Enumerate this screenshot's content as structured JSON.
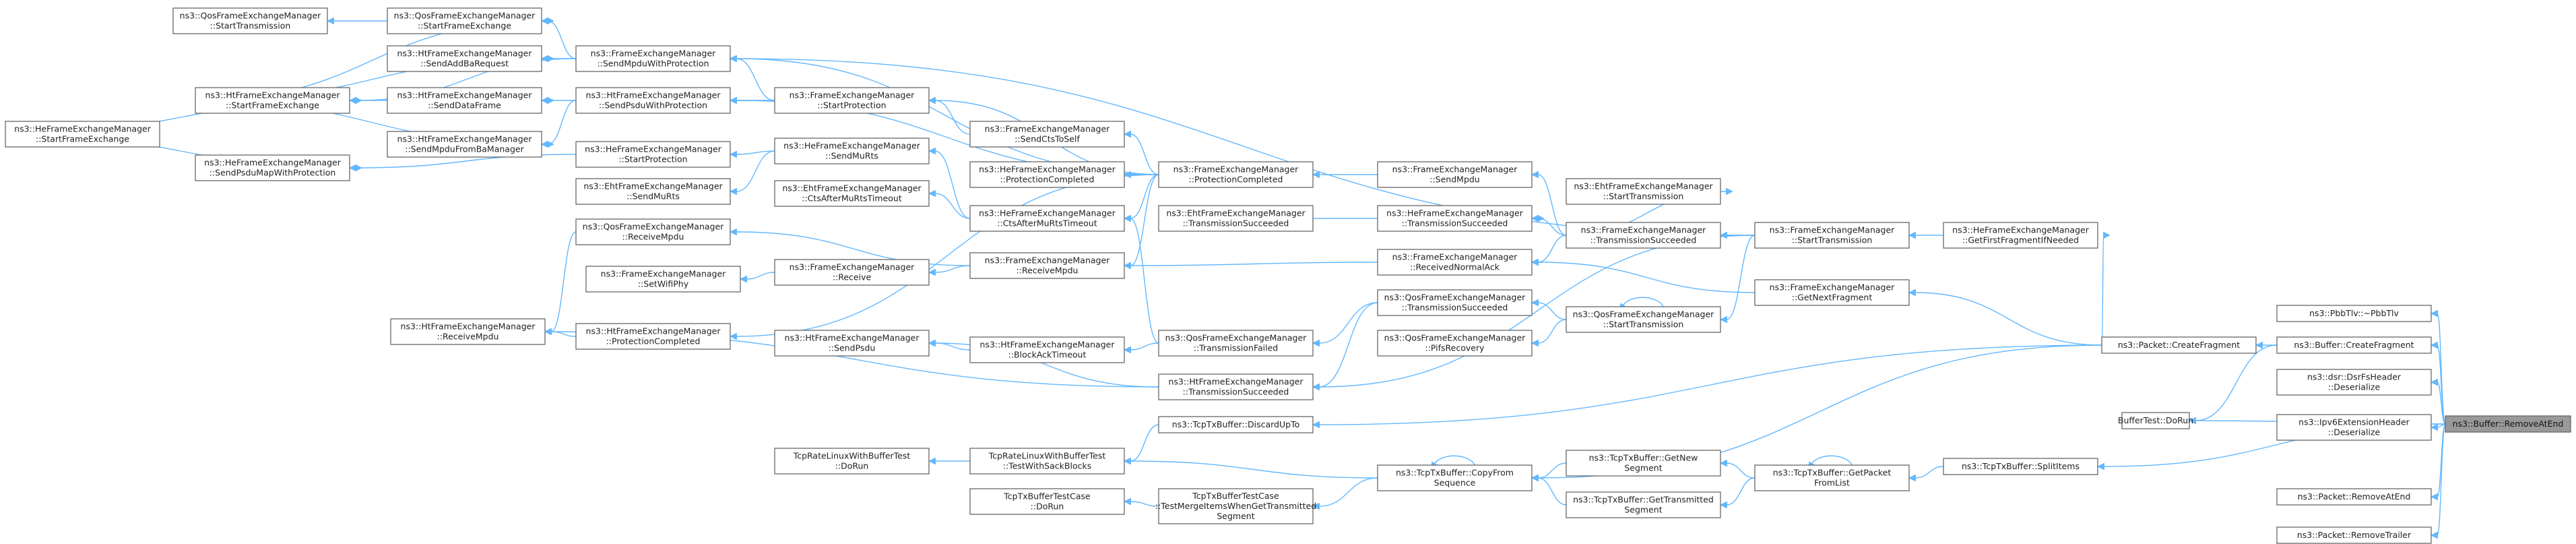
{
  "focus_node": "ns3::Buffer::RemoveAtEnd",
  "nodes": [
    {
      "id": "n1",
      "lines": [
        "ns3::QosFrameExchangeManager",
        "::StartTransmission"
      ]
    },
    {
      "id": "n2",
      "lines": [
        "ns3::QosFrameExchangeManager",
        "::StartFrameExchange"
      ]
    },
    {
      "id": "n3",
      "lines": [
        "ns3::HtFrameExchangeManager",
        "::SendAddBaRequest"
      ]
    },
    {
      "id": "n4",
      "lines": [
        "ns3::FrameExchangeManager",
        "::SendMpduWithProtection"
      ]
    },
    {
      "id": "n5",
      "lines": [
        "ns3::HtFrameExchangeManager",
        "::StartFrameExchange"
      ]
    },
    {
      "id": "n6",
      "lines": [
        "ns3::HtFrameExchangeManager",
        "::SendDataFrame"
      ]
    },
    {
      "id": "n7",
      "lines": [
        "ns3::HtFrameExchangeManager",
        "::SendPsduWithProtection"
      ]
    },
    {
      "id": "n8",
      "lines": [
        "ns3::FrameExchangeManager",
        "::StartProtection"
      ]
    },
    {
      "id": "n9",
      "lines": [
        "ns3::HeFrameExchangeManager",
        "::StartFrameExchange"
      ]
    },
    {
      "id": "n10",
      "lines": [
        "ns3::HtFrameExchangeManager",
        "::SendMpduFromBaManager"
      ]
    },
    {
      "id": "n11",
      "lines": [
        "ns3::FrameExchangeManager",
        "::SendCtsToSelf"
      ]
    },
    {
      "id": "n12",
      "lines": [
        "ns3::HeFrameExchangeManager",
        "::SendPsduMapWithProtection"
      ]
    },
    {
      "id": "n13",
      "lines": [
        "ns3::HeFrameExchangeManager",
        "::StartProtection"
      ]
    },
    {
      "id": "n14",
      "lines": [
        "ns3::HeFrameExchangeManager",
        "::SendMuRts"
      ]
    },
    {
      "id": "n15",
      "lines": [
        "ns3::FrameExchangeManager",
        "::ProtectionCompleted"
      ]
    },
    {
      "id": "n16",
      "lines": [
        "ns3::HeFrameExchangeManager",
        "::ProtectionCompleted"
      ]
    },
    {
      "id": "n17",
      "lines": [
        "ns3::EhtFrameExchangeManager",
        "::SendMuRts"
      ]
    },
    {
      "id": "n18",
      "lines": [
        "ns3::EhtFrameExchangeManager",
        "::CtsAfterMuRtsTimeout"
      ]
    },
    {
      "id": "n19",
      "lines": [
        "ns3::HeFrameExchangeManager",
        "::CtsAfterMuRtsTimeout"
      ]
    },
    {
      "id": "n20",
      "lines": [
        "ns3::FrameExchangeManager",
        "::SendMpdu"
      ]
    },
    {
      "id": "n21",
      "lines": [
        "ns3::EhtFrameExchangeManager",
        "::StartTransmission"
      ]
    },
    {
      "id": "n22",
      "lines": [
        "ns3::EhtFrameExchangeManager",
        "::TransmissionSucceeded"
      ]
    },
    {
      "id": "n23",
      "lines": [
        "ns3::HeFrameExchangeManager",
        "::TransmissionSucceeded"
      ]
    },
    {
      "id": "n24",
      "lines": [
        "ns3::FrameExchangeManager",
        "::TransmissionSucceeded"
      ]
    },
    {
      "id": "n25",
      "lines": [
        "ns3::FrameExchangeManager",
        "::StartTransmission"
      ]
    },
    {
      "id": "n26",
      "lines": [
        "ns3::HeFrameExchangeManager",
        "::GetFirstFragmentIfNeeded"
      ]
    },
    {
      "id": "n27",
      "lines": [
        "ns3::QosFrameExchangeManager",
        "::ReceiveMpdu"
      ]
    },
    {
      "id": "n28",
      "lines": [
        "ns3::FrameExchangeManager",
        "::Receive"
      ]
    },
    {
      "id": "n29",
      "lines": [
        "ns3::FrameExchangeManager",
        "::ReceiveMpdu"
      ]
    },
    {
      "id": "n30",
      "lines": [
        "ns3::FrameExchangeManager",
        "::ReceivedNormalAck"
      ]
    },
    {
      "id": "n31",
      "lines": [
        "ns3::FrameExchangeManager",
        "::SetWifiPhy"
      ]
    },
    {
      "id": "n32",
      "lines": [
        "ns3::FrameExchangeManager",
        "::GetNextFragment"
      ]
    },
    {
      "id": "n33",
      "lines": [
        "ns3::HtFrameExchangeManager",
        "::ReceiveMpdu"
      ]
    },
    {
      "id": "n34",
      "lines": [
        "ns3::HtFrameExchangeManager",
        "::ProtectionCompleted"
      ]
    },
    {
      "id": "n35",
      "lines": [
        "ns3::QosFrameExchangeManager",
        "::TransmissionSucceeded"
      ]
    },
    {
      "id": "n36",
      "lines": [
        "ns3::QosFrameExchangeManager",
        "::StartTransmission"
      ]
    },
    {
      "id": "n37",
      "lines": [
        "ns3::HtFrameExchangeManager",
        "::SendPsdu"
      ]
    },
    {
      "id": "n38",
      "lines": [
        "ns3::HtFrameExchangeManager",
        "::BlockAckTimeout"
      ]
    },
    {
      "id": "n39",
      "lines": [
        "ns3::QosFrameExchangeManager",
        "::TransmissionFailed"
      ]
    },
    {
      "id": "n40",
      "lines": [
        "ns3::QosFrameExchangeManager",
        "::PifsRecovery"
      ]
    },
    {
      "id": "n41",
      "lines": [
        "ns3::HtFrameExchangeManager",
        "::TransmissionSucceeded"
      ]
    },
    {
      "id": "n42",
      "lines": [
        "ns3::Packet::CreateFragment"
      ]
    },
    {
      "id": "n43",
      "lines": [
        "ns3::Buffer::CreateFragment"
      ]
    },
    {
      "id": "n44",
      "lines": [
        "ns3::PbbTlv::~PbbTlv"
      ]
    },
    {
      "id": "n45",
      "lines": [
        "ns3::dsr::DsrFsHeader",
        "::Deserialize"
      ]
    },
    {
      "id": "n46",
      "lines": [
        "ns3::TcpTxBuffer::DiscardUpTo"
      ]
    },
    {
      "id": "n47",
      "lines": [
        "BufferTest::DoRun"
      ]
    },
    {
      "id": "n48",
      "lines": [
        "ns3::Ipv6ExtensionHeader",
        "::Deserialize"
      ]
    },
    {
      "id": "n49",
      "lines": [
        "ns3::Buffer::RemoveAtEnd"
      ]
    },
    {
      "id": "n50",
      "lines": [
        "TcpRateLinuxWithBufferTest",
        "::DoRun"
      ]
    },
    {
      "id": "n51",
      "lines": [
        "TcpRateLinuxWithBufferTest",
        "::TestWithSackBlocks"
      ]
    },
    {
      "id": "n52",
      "lines": [
        "ns3::TcpTxBuffer::CopyFrom",
        "Sequence"
      ]
    },
    {
      "id": "n53",
      "lines": [
        "ns3::TcpTxBuffer::GetNew",
        "Segment"
      ]
    },
    {
      "id": "n54",
      "lines": [
        "ns3::TcpTxBuffer::GetPacket",
        "FromList"
      ]
    },
    {
      "id": "n55",
      "lines": [
        "ns3::TcpTxBuffer::SplitItems"
      ]
    },
    {
      "id": "n56",
      "lines": [
        "TcpTxBufferTestCase",
        "::DoRun"
      ]
    },
    {
      "id": "n57",
      "lines": [
        "TcpTxBufferTestCase",
        "::TestMergeItemsWhenGetTransmitted",
        "Segment"
      ]
    },
    {
      "id": "n58",
      "lines": [
        "ns3::TcpTxBuffer::GetTransmitted",
        "Segment"
      ]
    },
    {
      "id": "n59",
      "lines": [
        "ns3::Packet::RemoveAtEnd"
      ]
    },
    {
      "id": "n60",
      "lines": [
        "ns3::Packet::RemoveTrailer"
      ]
    }
  ]
}
